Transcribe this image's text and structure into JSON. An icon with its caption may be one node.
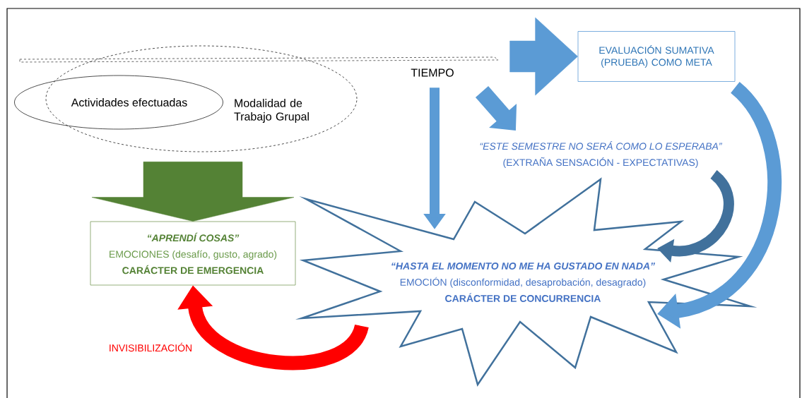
{
  "diagram": {
    "nodes": [
      {
        "text": [
          "Actividades efectuadas"
        ]
      },
      {
        "text": [
          "Modalidad de Trabajo Grupal"
        ]
      },
      {
        "text": [
          "TIEMPO"
        ]
      },
      {
        "text": [
          "EVALUACIÓN SUMATIVA (PRUEBA) COMO META"
        ]
      },
      {
        "text": [
          "“ESTE SEMESTRE NO SERÁ COMO LO ESPERABA”",
          "(EXTRAÑA SENSACIÓN - EXPECTATIVAS)"
        ]
      },
      {
        "text": [
          "“APRENDÍ COSAS”",
          "EMOCIONES (desafío, gusto, agrado)",
          "CARÁCTER DE EMERGENCIA"
        ]
      },
      {
        "text": [
          "“HASTA EL MOMENTO NO ME HA GUSTADO EN NADA”",
          "EMOCIÓN (disconformidad, desaprobación, desagrado)",
          "CARÁCTER DE CONCURRENCIA"
        ]
      }
    ],
    "edges": [
      {
        "from": 1,
        "to": 5,
        "arrow": "to",
        "style": "thick",
        "color": "#548235"
      },
      {
        "from": 2,
        "to": 6,
        "arrow": "to"
      },
      {
        "from": null,
        "to": 3,
        "arrow": "to",
        "style": "thick"
      },
      {
        "from": null,
        "to": 4,
        "arrow": "to"
      },
      {
        "from": 4,
        "to": 6,
        "arrow": "to",
        "color": "#41719c"
      },
      {
        "from": 3,
        "to": 6,
        "arrow": "to"
      },
      {
        "from": 6,
        "to": 5,
        "arrow": "to",
        "label": "INVISIBILIZACIÓN",
        "color": "#ff0000"
      }
    ]
  }
}
